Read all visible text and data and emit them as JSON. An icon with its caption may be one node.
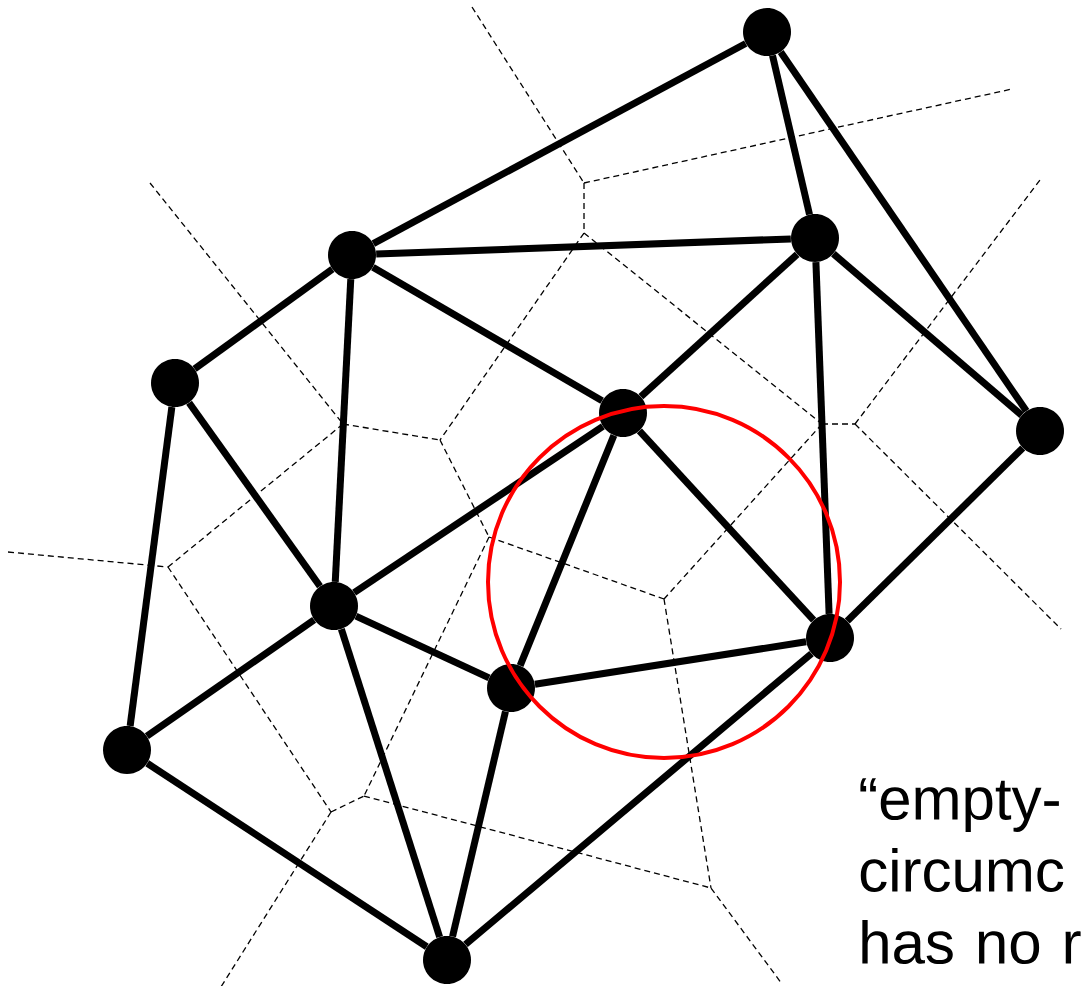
{
  "diagram": {
    "nodes": [
      {
        "text": [],
        "shape": "circle"
      },
      {
        "text": [],
        "shape": "circle"
      },
      {
        "text": [],
        "shape": "circle"
      },
      {
        "text": [],
        "shape": "circle"
      },
      {
        "text": [],
        "shape": "circle"
      },
      {
        "text": [],
        "shape": "circle"
      },
      {
        "text": [],
        "shape": "circle"
      },
      {
        "text": [],
        "shape": "circle"
      },
      {
        "text": [],
        "shape": "circle"
      },
      {
        "text": [],
        "shape": "circle"
      },
      {
        "text": [],
        "shape": "circle"
      }
    ],
    "edges": [
      {
        "from": 0,
        "to": 1,
        "arrow": "none"
      },
      {
        "from": 0,
        "to": 2,
        "arrow": "none"
      },
      {
        "from": 0,
        "to": 5,
        "arrow": "none"
      },
      {
        "from": 1,
        "to": 2,
        "arrow": "none"
      },
      {
        "from": 1,
        "to": 3,
        "arrow": "none"
      },
      {
        "from": 1,
        "to": 4,
        "arrow": "none"
      },
      {
        "from": 1,
        "to": 6,
        "arrow": "none"
      },
      {
        "from": 2,
        "to": 4,
        "arrow": "none"
      },
      {
        "from": 2,
        "to": 7,
        "arrow": "none"
      },
      {
        "from": 2,
        "to": 5,
        "arrow": "none"
      },
      {
        "from": 3,
        "to": 6,
        "arrow": "none"
      },
      {
        "from": 3,
        "to": 9,
        "arrow": "none"
      },
      {
        "from": 4,
        "to": 6,
        "arrow": "none"
      },
      {
        "from": 4,
        "to": 8,
        "arrow": "none"
      },
      {
        "from": 4,
        "to": 7,
        "arrow": "none"
      },
      {
        "from": 5,
        "to": 7,
        "arrow": "none"
      },
      {
        "from": 6,
        "to": 8,
        "arrow": "none"
      },
      {
        "from": 6,
        "to": 9,
        "arrow": "none"
      },
      {
        "from": 6,
        "to": 10,
        "arrow": "none"
      },
      {
        "from": 8,
        "to": 7,
        "arrow": "none"
      },
      {
        "from": 8,
        "to": 10,
        "arrow": "none"
      },
      {
        "from": 9,
        "to": 10,
        "arrow": "none"
      },
      {
        "from": 10,
        "to": 7,
        "arrow": "none"
      }
    ],
    "labels": [
      "“empty- circumc has no r"
    ]
  }
}
